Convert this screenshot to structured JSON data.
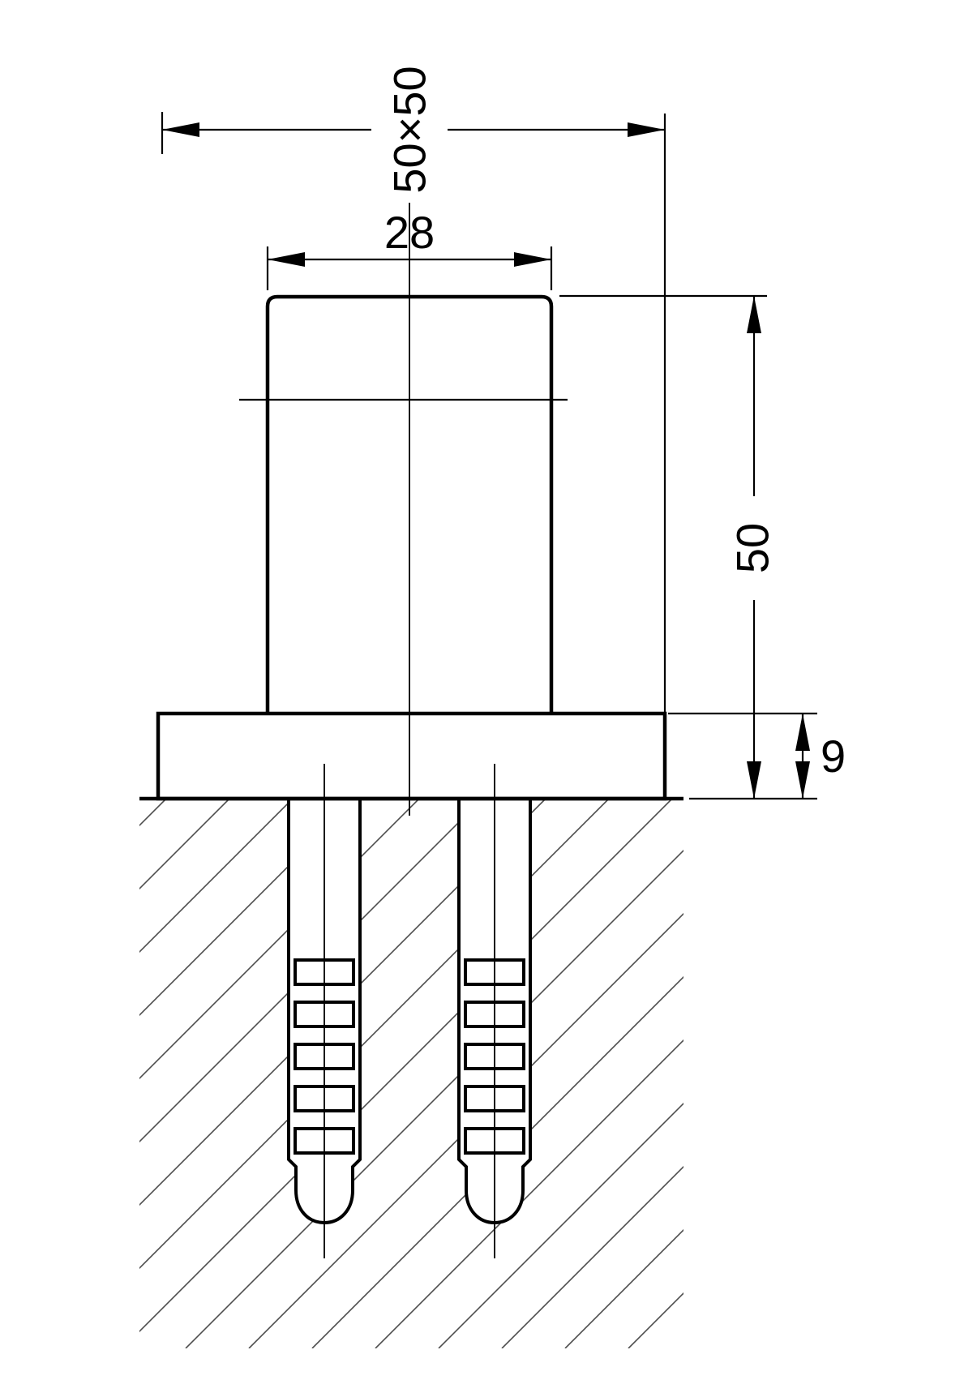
{
  "dimensions": {
    "overall_section": "50×50",
    "tube_width": "28",
    "height": "50",
    "plate_thickness": "9"
  },
  "colors": {
    "background": "#ffffff",
    "line": "#000000",
    "hatch": "#4d4d4d"
  }
}
